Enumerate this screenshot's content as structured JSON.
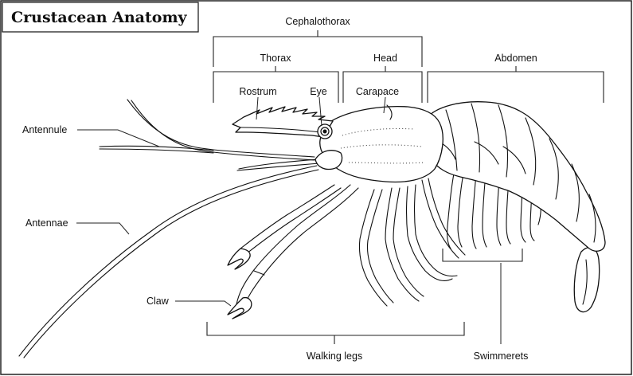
{
  "title": "Crustacean Anatomy",
  "labels": {
    "cephalothorax": "Cephalothorax",
    "thorax": "Thorax",
    "head": "Head",
    "abdomen": "Abdomen",
    "rostrum": "Rostrum",
    "eye": "Eye",
    "carapace": "Carapace",
    "antennule": "Antennule",
    "antennae": "Antennae",
    "claw": "Claw",
    "walking_legs": "Walking legs",
    "swimmerets": "Swimmerets"
  }
}
